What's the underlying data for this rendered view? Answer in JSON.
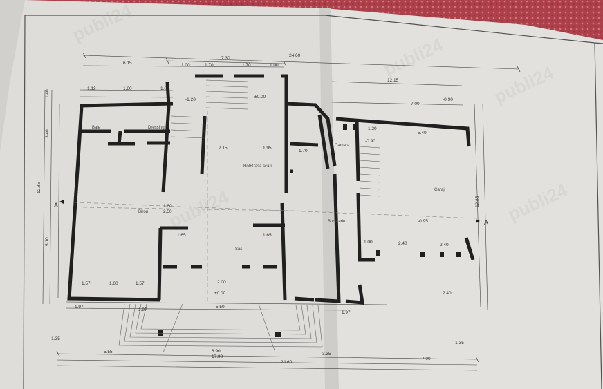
{
  "plan": {
    "rooms": {
      "baie": "Baie",
      "dressing": "Dressing",
      "birou": "Birou",
      "hol": "Hol+Casa scarii",
      "sas": "Sas",
      "camara": "Camara",
      "bucatarie": "Bucatarie",
      "garaj": "Garaj"
    },
    "section_left": "A",
    "section_right": "A",
    "levels": {
      "l1": "±0.00",
      "l2": "-1.35",
      "l3": "-1.35",
      "l4": "-0.90",
      "l5": "-0.90",
      "l6": "±0.00",
      "l7": "-0.95",
      "l8": "-1.20"
    },
    "dims": {
      "top_total": "24.60",
      "top_span": "7.30",
      "top_a": "6.15",
      "top_right": "12.15",
      "top_1": "1.00",
      "top_2": "1.70",
      "top_3": "1.70",
      "top_4": "1.00",
      "row2_a": "1.12",
      "row2_b": "1.80",
      "row2_c": "1.80",
      "garage_w": "7.00",
      "bottom_total": "24.60",
      "bottom_17": "17.90",
      "bottom_8": "8.90",
      "bottom_555": "5.55",
      "bottom_335": "3.35",
      "bottom_7": "7.00",
      "stair_w": "5.50",
      "left_total": "12.85",
      "left_340": "3.40",
      "left_510": "5.10",
      "left_140": "1.40",
      "right_total": "12.85",
      "d215": "2.15",
      "d195": "1.95",
      "d165a": "1.65",
      "d165b": "1.65",
      "d200": "2.00",
      "d250": "2.50",
      "d180": "1.80",
      "d240a": "2.40",
      "d240b": "2.40",
      "d240c": "2.40",
      "d100": "1.00",
      "d540": "5.40",
      "d157a": "1.57",
      "d157b": "1.57",
      "d160": "1.60",
      "d197a": "1.97",
      "d197b": "1.97",
      "d197c": "1.97",
      "d120": "1.20",
      "d170": "1.70"
    }
  }
}
